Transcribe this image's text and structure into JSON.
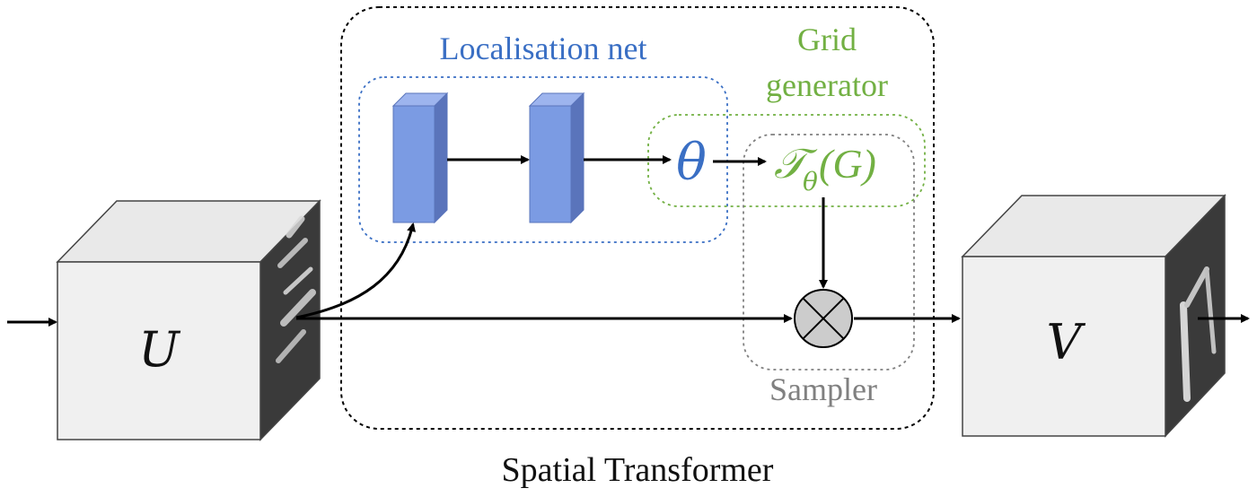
{
  "input_tensor": {
    "symbol": "U"
  },
  "output_tensor": {
    "symbol": "V"
  },
  "module": {
    "title": "Spatial Transformer"
  },
  "localisation_net": {
    "label": "Localisation net",
    "output": "θ"
  },
  "grid_generator": {
    "label_line1": "Grid",
    "label_line2": "generator",
    "expr_T": "𝒯",
    "expr_sub": "θ",
    "expr_arg": "(G)"
  },
  "sampler": {
    "label": "Sampler"
  },
  "colors": {
    "localisation": "#3a6fc4",
    "grid": "#72b043",
    "sampler": "#808080",
    "layer_front": "#7b9be3",
    "layer_side": "#5a74bb",
    "layer_top": "#9db4ee",
    "cube_front": "#f0f0f0",
    "cube_top": "#e9e9e9"
  }
}
